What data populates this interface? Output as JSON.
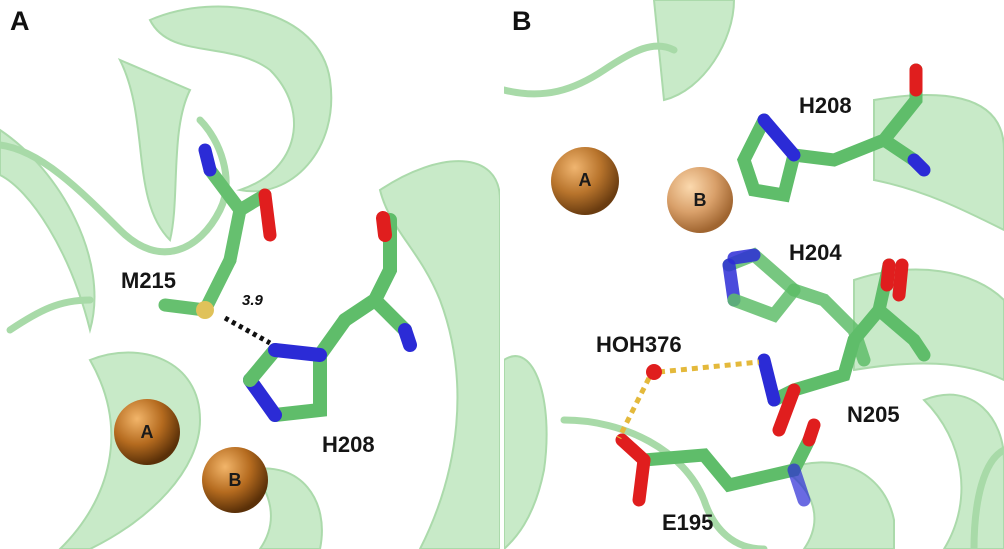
{
  "panel_a": {
    "letter": "A",
    "residues": {
      "met": "M215",
      "his": "H208"
    },
    "distance": "3.9",
    "ions": [
      "A",
      "B"
    ]
  },
  "panel_b": {
    "letter": "B",
    "residues": {
      "his208": "H208",
      "his204": "H204",
      "water": "HOH376",
      "asn": "N205",
      "glu": "E195"
    },
    "ions": [
      "A",
      "B"
    ]
  },
  "colors": {
    "ribbon": "#b5e3b5",
    "ribbon_edge": "#9bd49b",
    "carbon": "#5fbd6a",
    "nitrogen": "#2b2bd6",
    "oxygen": "#e01e1e",
    "sulfur": "#e0c25a",
    "ion": "#b06a1c",
    "hbond": "#e4b93b"
  }
}
